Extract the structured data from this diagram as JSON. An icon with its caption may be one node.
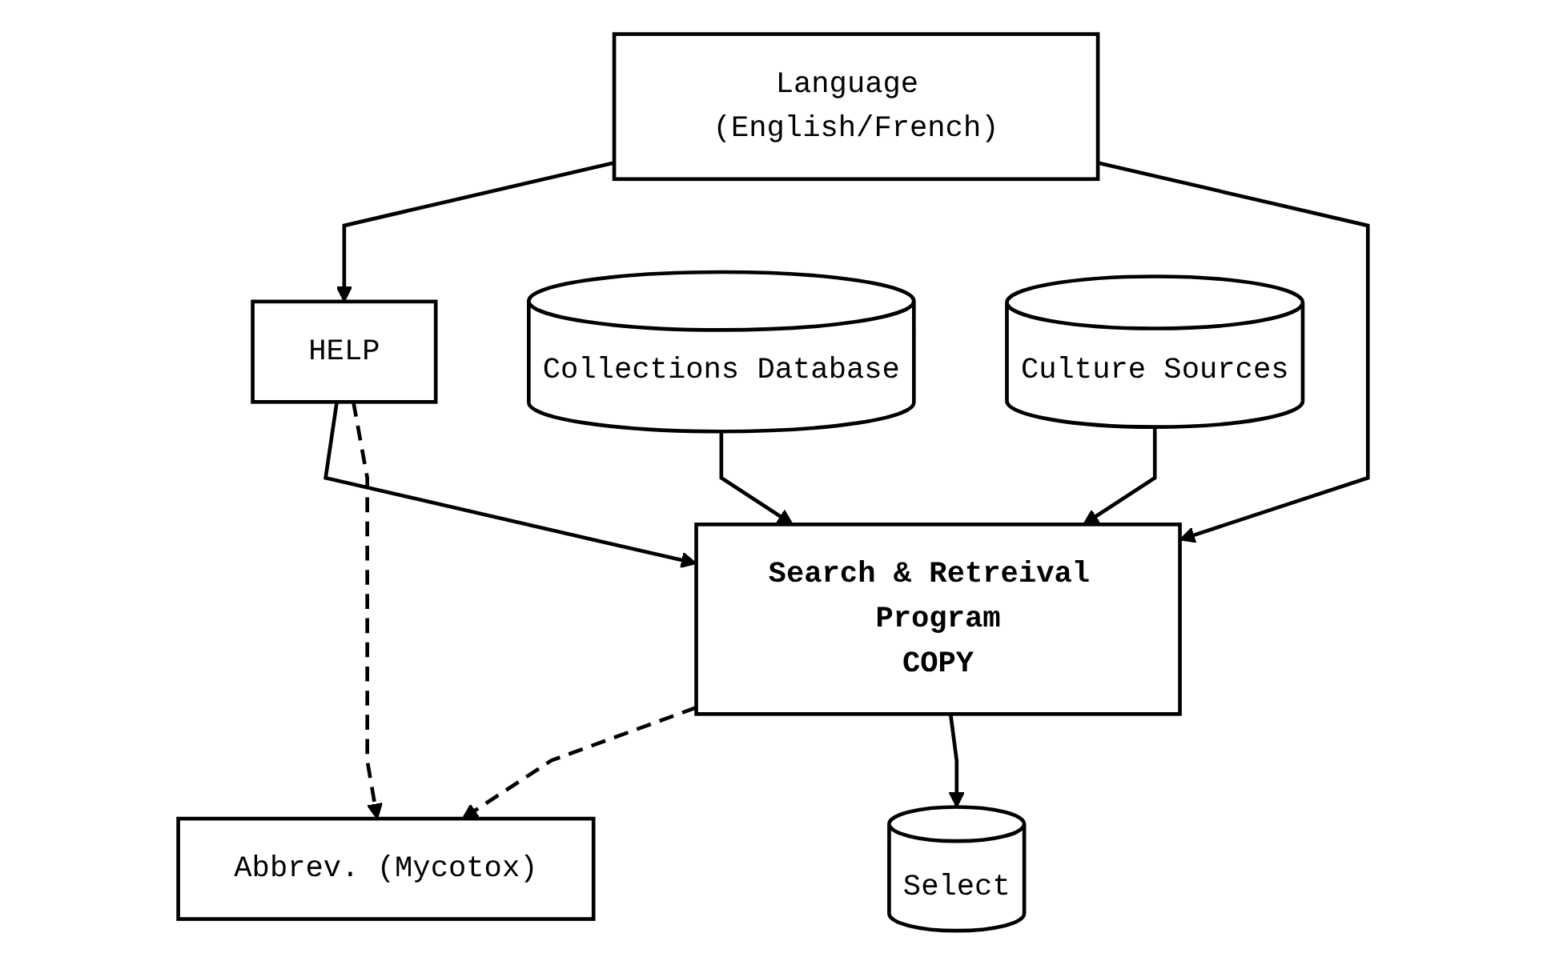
{
  "diagram": {
    "nodes": [
      {
        "text": [
          "Search & Retreival Program",
          "COPY"
        ]
      },
      {
        "text": [
          "Abbrev. (Mycotox)"
        ]
      },
      {
        "text": [
          "HELP"
        ]
      },
      {
        "text": [
          "Language (English/French)"
        ]
      },
      {
        "text": [
          "Select"
        ]
      },
      {
        "text": [
          "Collections Database"
        ]
      },
      {
        "text": [
          "Culture Sources"
        ]
      }
    ],
    "edges": [
      {
        "from": 0,
        "to": 1,
        "arrow": "to",
        "style": "dashed"
      },
      {
        "from": 2,
        "to": 0,
        "arrow": "to"
      },
      {
        "from": 2,
        "to": 1,
        "arrow": "to",
        "style": "dashed"
      },
      {
        "from": 3,
        "to": 2,
        "arrow": "to"
      },
      {
        "from": 3,
        "to": 0,
        "arrow": "to"
      },
      {
        "from": 0,
        "to": 4,
        "arrow": "to"
      },
      {
        "from": 5,
        "to": 0,
        "arrow": "to"
      },
      {
        "from": 6,
        "to": 0,
        "arrow": "to"
      }
    ]
  }
}
